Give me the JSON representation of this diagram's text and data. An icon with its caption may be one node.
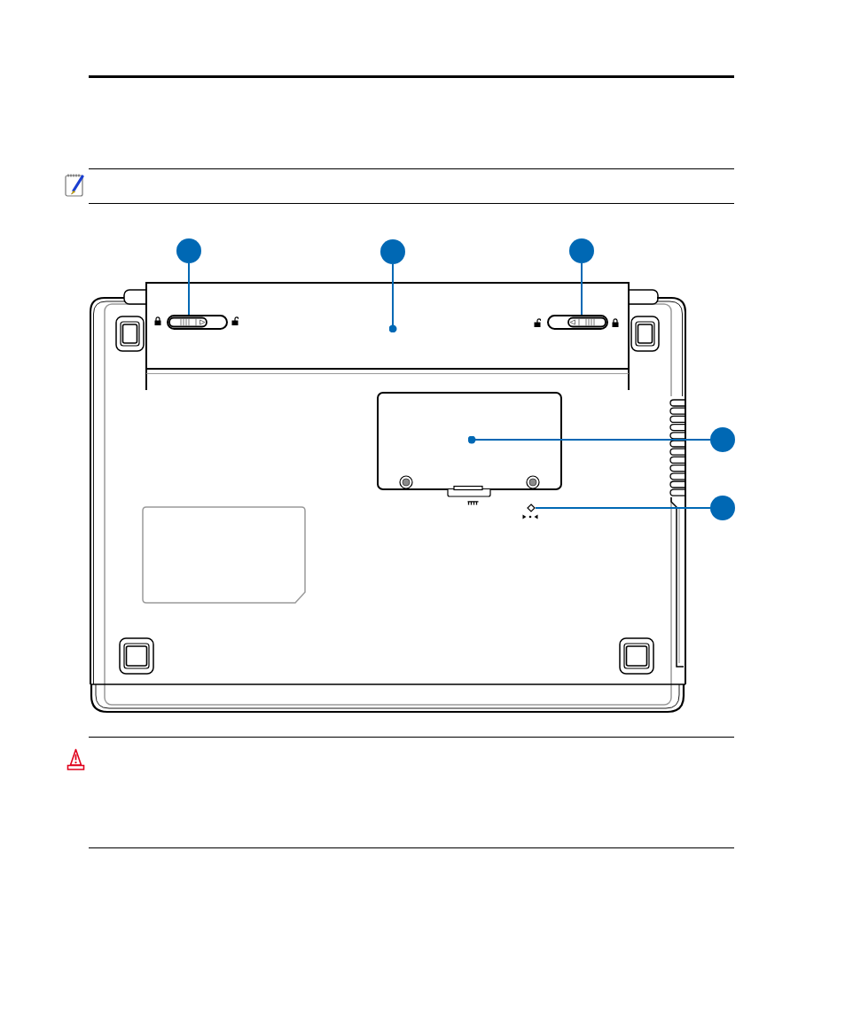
{
  "diagram": {
    "nodes": [
      {
        "text": [],
        "shape": "circle"
      },
      {
        "text": [],
        "shape": "circle"
      },
      {
        "text": [],
        "shape": "circle"
      },
      {
        "text": [],
        "shape": "box"
      },
      {
        "text": [],
        "shape": "bar",
        "in": 3
      },
      {
        "text": [],
        "shape": "bar",
        "in": 3
      },
      {
        "text": [],
        "shape": "box"
      },
      {
        "text": [],
        "shape": "circle"
      },
      {
        "text": [],
        "shape": "diamond"
      },
      {
        "text": [],
        "shape": "circle"
      }
    ],
    "edges": [
      {
        "from": 0,
        "to": 4,
        "arrow": "none"
      },
      {
        "from": 1,
        "to": 3,
        "arrow": "other"
      },
      {
        "from": 2,
        "to": 5,
        "arrow": "none"
      },
      {
        "from": 7,
        "to": 6,
        "arrow": "other"
      },
      {
        "from": 9,
        "to": 8,
        "arrow": "none"
      }
    ]
  }
}
